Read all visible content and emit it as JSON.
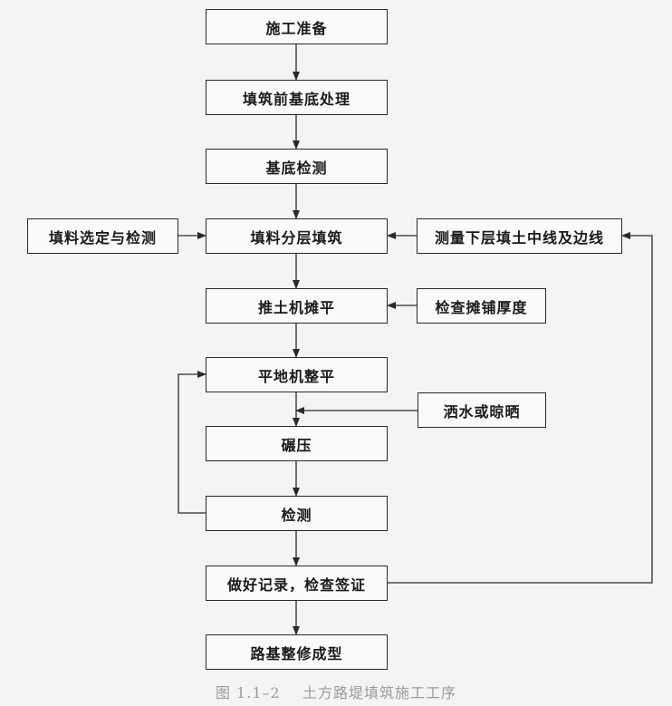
{
  "steps": {
    "construction_prep": "施工准备",
    "base_treatment": "填筑前基底处理",
    "base_inspection": "基底检测",
    "layered_filling": "填料分层填筑",
    "bulldozer_leveling": "推土机摊平",
    "grader_leveling": "平地机整平",
    "compaction": "碾压",
    "inspection": "检测",
    "record_and_sign": "做好记录，检查签证",
    "final_shaping": "路基整修成型"
  },
  "side_inputs": {
    "fill_selection": "填料选定与检测",
    "survey_lines": "测量下层填土中线及边线",
    "check_thickness": "检查摊铺厚度",
    "watering_drying": "洒水或晾晒"
  },
  "caption": "图 1.1–2    土方路堤填筑施工工序"
}
